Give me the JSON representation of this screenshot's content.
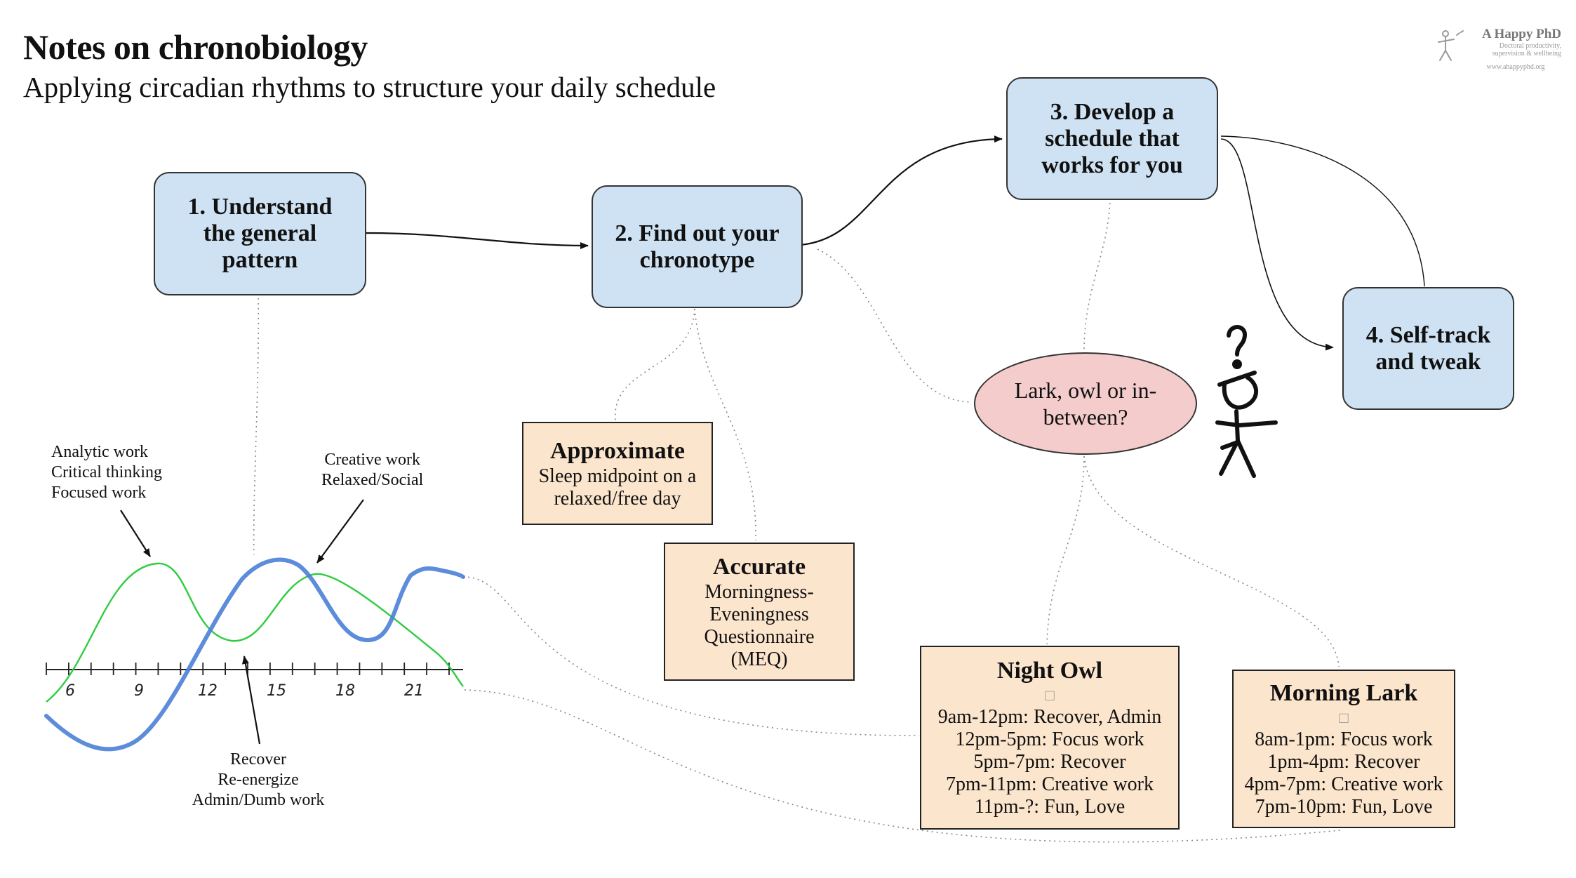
{
  "header": {
    "title": "Notes on chronobiology",
    "subtitle": "Applying circadian rhythms to structure your daily schedule"
  },
  "logo": {
    "name": "A Happy PhD",
    "tagline": "Doctoral productivity, supervision & wellbeing",
    "url": "www.ahappyphd.org"
  },
  "steps": [
    {
      "label": "1. Understand the general pattern"
    },
    {
      "label": "2. Find out your chronotype"
    },
    {
      "label": "3. Develop a schedule that works for you"
    },
    {
      "label": "4. Self-track and tweak"
    }
  ],
  "question": {
    "text": "Lark, owl or in-between?"
  },
  "methods": {
    "approximate": {
      "title": "Approximate",
      "lines": [
        "Sleep midpoint on a",
        "relaxed/free day"
      ]
    },
    "accurate": {
      "title": "Accurate",
      "lines": [
        "Morningness-",
        "Eveningness",
        "Questionnaire",
        "(MEQ)"
      ]
    }
  },
  "schedules": {
    "night_owl": {
      "title": "Night Owl",
      "glyph": "□",
      "lines": [
        "9am-12pm: Recover, Admin",
        "12pm-5pm: Focus work",
        "5pm-7pm: Recover",
        "7pm-11pm: Creative work",
        "11pm-?: Fun, Love"
      ]
    },
    "morning_lark": {
      "title": "Morning Lark",
      "glyph": "□",
      "lines": [
        "8am-1pm: Focus work",
        "1pm-4pm: Recover",
        "4pm-7pm: Creative work",
        "7pm-10pm: Fun, Love"
      ]
    }
  },
  "annotations": {
    "analytic": [
      "Analytic work",
      "Critical thinking",
      "Focused work"
    ],
    "creative": [
      "Creative work",
      "Relaxed/Social"
    ],
    "recover": [
      "Recover",
      "Re-energize",
      "Admin/Dumb work"
    ]
  },
  "chart_data": {
    "type": "line",
    "x_ticks": [
      "6",
      "9",
      "12",
      "15",
      "18",
      "21"
    ],
    "series_colors": {
      "analytic": "#2ecc40",
      "creative": "#4a7fd6"
    }
  },
  "colors": {
    "step_fill": "#cfe2f3",
    "method_fill": "#fce5cd",
    "question_fill": "#f4cccc"
  }
}
